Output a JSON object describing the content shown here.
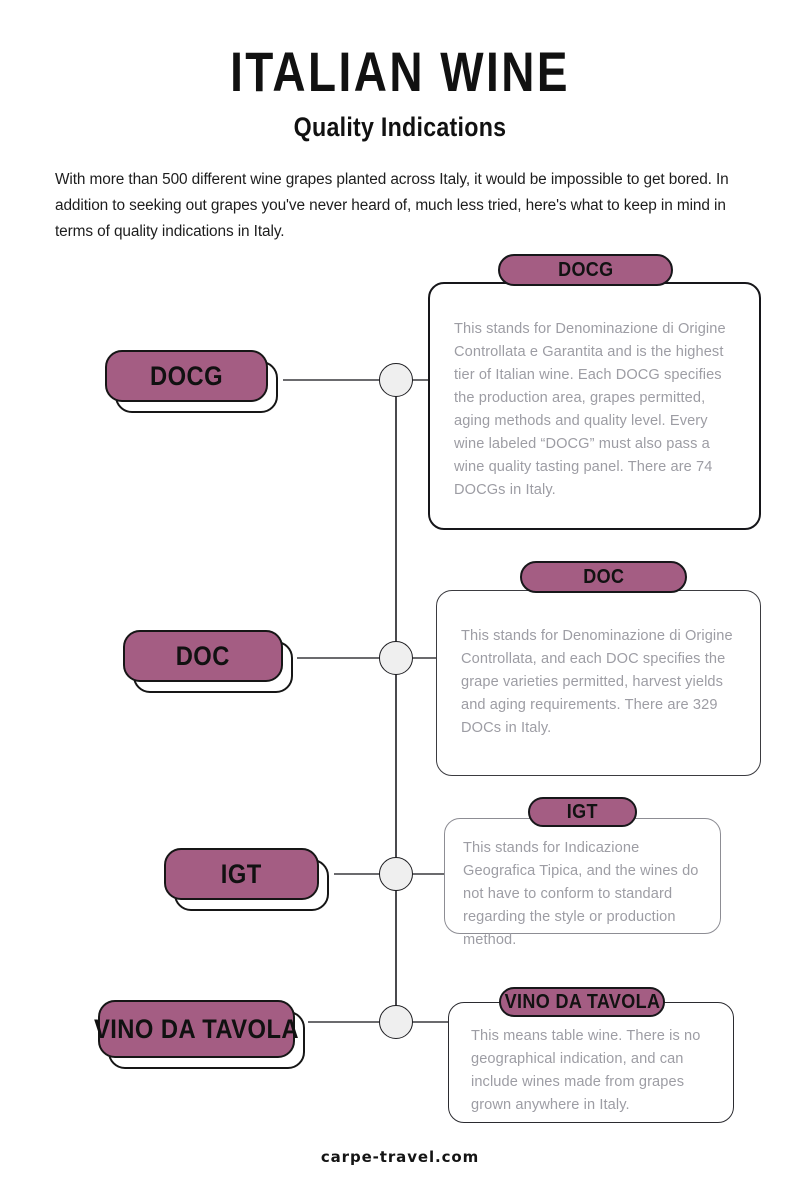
{
  "header": {
    "title": "ITALIAN WINE",
    "subtitle": "Quality Indications",
    "intro": "With more than 500 different wine grapes planted across Italy, it would be impossible to get bored. In addition to seeking out grapes you've never heard of, much less tried, here's what to keep in mind in terms of quality indications in Italy."
  },
  "colors": {
    "accent_purple": "#a45d83",
    "outline_dark": "#161616",
    "body_text_gray": "#9d9da4",
    "node_fill": "#efefef",
    "page_background": "#ffffff"
  },
  "tiers": [
    {
      "key": "docg",
      "left_label": "DOCG",
      "pill_label": "DOCG",
      "body": "This stands for Denominazione di Origine Controllata e Garantita and is the highest tier of Italian wine. Each DOCG specifies the production area, grapes permitted, aging methods and quality level. Every wine labeled “DOCG” must also pass a wine quality tasting panel. There are 74 DOCGs in Italy.",
      "count": "74"
    },
    {
      "key": "doc",
      "left_label": "DOC",
      "pill_label": "DOC",
      "body": "This stands for Denominazione di Origine Controllata, and each DOC specifies the grape varieties permitted, harvest yields and aging requirements. There are 329 DOCs in Italy.",
      "count": "329"
    },
    {
      "key": "igt",
      "left_label": "IGT",
      "pill_label": "IGT",
      "body": "This stands for Indicazione Geografica Tipica, and the wines do not have to conform to standard regarding the style or production method.",
      "count": ""
    },
    {
      "key": "vino-da-tavola",
      "left_label": "VINO DA TAVOLA",
      "pill_label": "VINO DA TAVOLA",
      "body": "This means table wine. There is no geographical indication, and can include wines made from grapes grown anywhere in Italy.",
      "count": ""
    }
  ],
  "footer": {
    "credit": "carpe-travel.com"
  }
}
